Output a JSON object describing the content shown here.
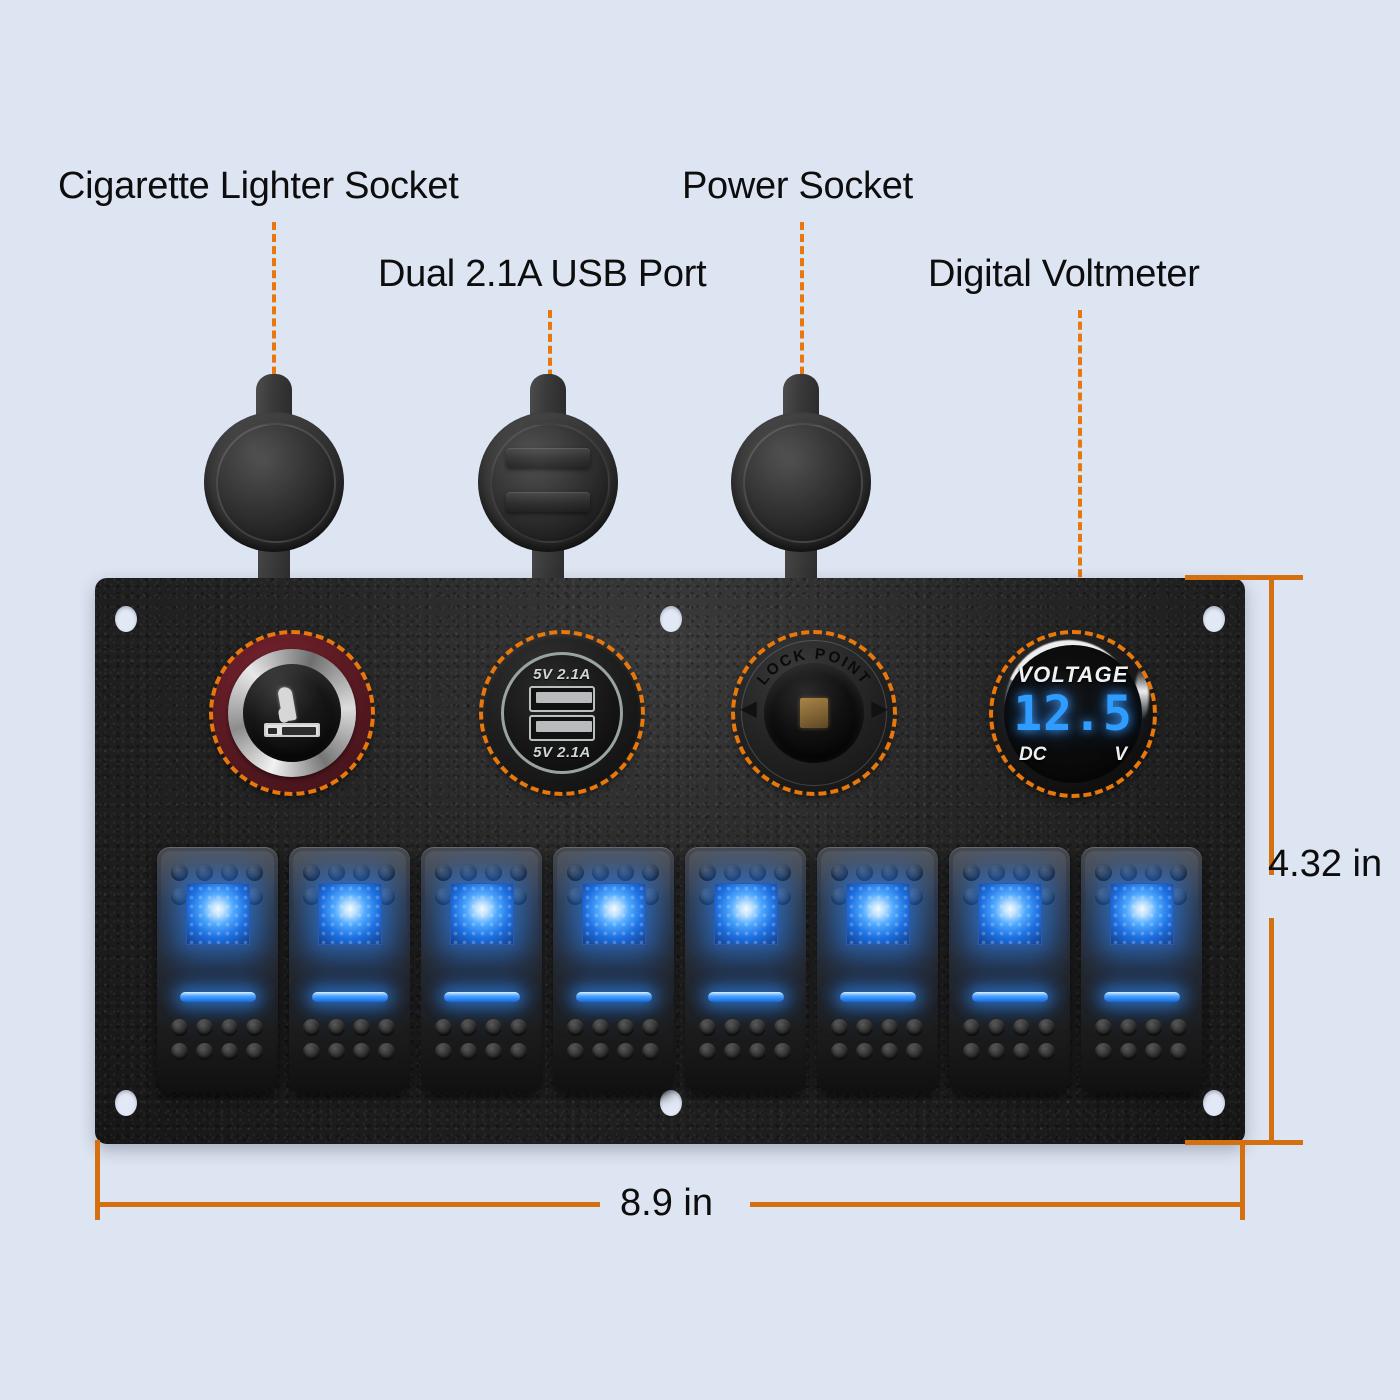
{
  "background_color": "#dde4f2",
  "accent_color": "#e8770c",
  "callouts": [
    {
      "id": "cigarette-lighter",
      "label": "Cigarette Lighter Socket"
    },
    {
      "id": "usb",
      "label": "Dual 2.1A USB Port"
    },
    {
      "id": "power",
      "label": "Power Socket"
    },
    {
      "id": "voltmeter",
      "label": "Digital Voltmeter"
    }
  ],
  "components": {
    "cigarette_lighter": {
      "icon": "cigarette-icon",
      "ring_color": "#5d1b24"
    },
    "usb": {
      "top_rating": "5V 2.1A",
      "bottom_rating": "5V 2.1A",
      "port_count": 2
    },
    "power": {
      "ring_text": "LOCK POINT",
      "arrow_left": "◀",
      "arrow_right": "▶"
    },
    "voltmeter": {
      "title": "VOLTAGE",
      "value": "12.5",
      "current_type": "DC",
      "unit": "V",
      "display_color": "#2f9cff"
    }
  },
  "switches": {
    "count": 8,
    "led_color": "#3396ff",
    "state": "illuminated"
  },
  "dimensions": {
    "width_label": "8.9 in",
    "height_label": "4.32 in"
  }
}
